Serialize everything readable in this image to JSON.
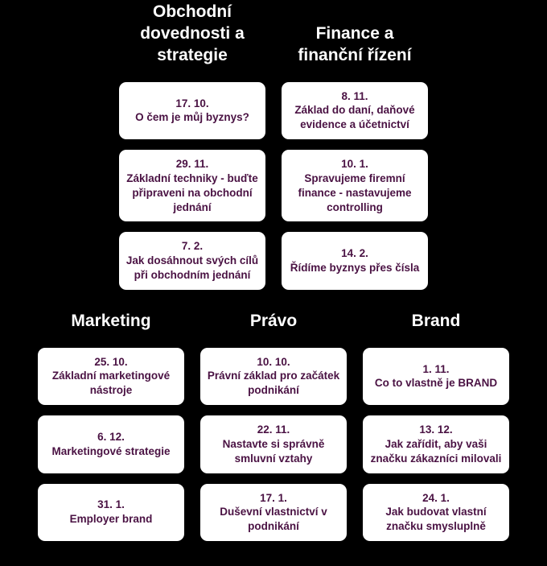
{
  "theme": {
    "background": "#000000",
    "card_background": "#ffffff",
    "card_text_color": "#4a1243",
    "header_text_color": "#ffffff"
  },
  "sections": [
    {
      "title": "Obchodní dovednosti a strategie",
      "cards": [
        {
          "date": "17. 10.",
          "title": "O čem je můj byznys?"
        },
        {
          "date": "29. 11.",
          "title": "Základní techniky - buďte připraveni na obchodní jednání"
        },
        {
          "date": "7. 2.",
          "title": "Jak dosáhnout svých cílů při obchodním jednání"
        }
      ]
    },
    {
      "title": "Finance a finanční řízení",
      "cards": [
        {
          "date": "8. 11.",
          "title": "Základ do daní, daňové evidence a účetnictví"
        },
        {
          "date": "10. 1.",
          "title": "Spravujeme firemní finance - nastavujeme controlling"
        },
        {
          "date": "14. 2.",
          "title": "Řídíme byznys přes čísla"
        }
      ]
    },
    {
      "title": "Marketing",
      "cards": [
        {
          "date": "25. 10.",
          "title": "Základní marketingové nástroje"
        },
        {
          "date": "6. 12.",
          "title": "Marketingové strategie"
        },
        {
          "date": "31. 1.",
          "title": "Employer brand"
        }
      ]
    },
    {
      "title": "Právo",
      "cards": [
        {
          "date": "10. 10.",
          "title": "Právní základ pro začátek podnikání"
        },
        {
          "date": "22. 11.",
          "title": "Nastavte si správně smluvní vztahy"
        },
        {
          "date": "17. 1.",
          "title": "Duševní vlastnictví v podnikání"
        }
      ]
    },
    {
      "title": "Brand",
      "cards": [
        {
          "date": "1. 11.",
          "title": "Co to vlastně je BRAND"
        },
        {
          "date": "13. 12.",
          "title": "Jak zařídit, aby vaši značku zákazníci milovali"
        },
        {
          "date": "24. 1.",
          "title": "Jak budovat vlastní značku smysluplně"
        }
      ]
    }
  ]
}
